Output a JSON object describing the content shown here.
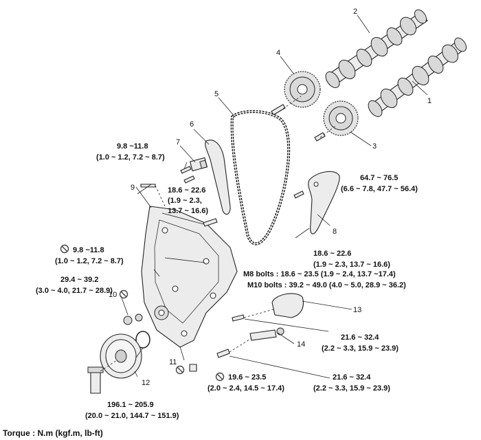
{
  "callouts": {
    "p1": "1",
    "p2": "2",
    "p3": "3",
    "p4": "4",
    "p5": "5",
    "p6": "6",
    "p7": "7",
    "p8": "8",
    "p9": "9",
    "p10": "10",
    "p11": "11",
    "p12": "12",
    "p13": "13",
    "p14": "14"
  },
  "torque": {
    "t1_line1": "9.8 ~11.8",
    "t1_line2": "(1.0 ~ 1.2, 7.2 ~ 8.7)",
    "t2_line1": "18.6 ~ 22.6",
    "t2_line2": "(1.9 ~ 2.3,",
    "t2_line3": "13.7 ~ 16.6)",
    "t3_line1": "64.7 ~ 76.5",
    "t3_line2": "(6.6 ~ 7.8, 47.7 ~ 56.4)",
    "t4_line1": "18.6 ~ 22.6",
    "t4_line2": "(1.9 ~ 2.3, 13.7 ~ 16.6)",
    "m8": "M8 bolts : 18.6 ~ 23.5 (1.9 ~ 2.4, 13.7 ~17.4)",
    "m10": "M10 bolts : 39.2 ~ 49.0 (4.0 ~ 5.0, 28.9 ~ 36.2)",
    "t5_line1": "9.8 ~11.8",
    "t5_line2": "(1.0 ~ 1.2, 7.2 ~ 8.7)",
    "t6_line1": "29.4 ~ 39.2",
    "t6_line2": "(3.0 ~ 4.0, 21.7 ~ 28.9)",
    "t7_line1": "21.6 ~ 32.4",
    "t7_line2": "(2.2 ~ 3.3, 15.9 ~ 23.9)",
    "t8_line1": "21.6 ~ 32.4",
    "t8_line2": "(2.2 ~ 3.3, 15.9 ~ 23.9)",
    "t9_line1": "19.6 ~ 23.5",
    "t9_line2": "(2.0 ~ 2.4, 14.5 ~ 17.4)",
    "t10_line1": "196.1 ~ 205.9",
    "t10_line2": "(20.0 ~ 21.0, 144.7 ~ 151.9)"
  },
  "footer": {
    "units_note": "Torque : N.m (kgf.m, lb-ft)"
  }
}
